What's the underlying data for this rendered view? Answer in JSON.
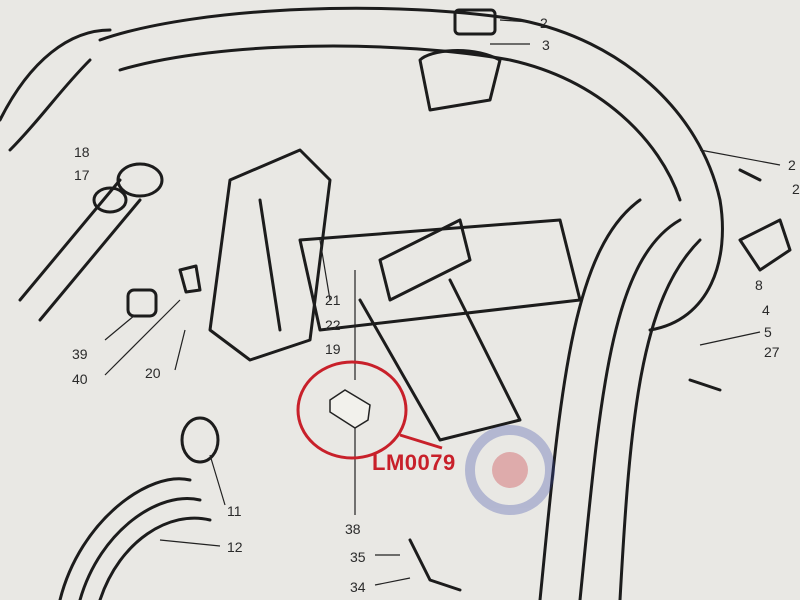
{
  "diagram": {
    "part_numbers": [
      {
        "id": "n2-top",
        "text": "2"
      },
      {
        "id": "n3",
        "text": "3"
      },
      {
        "id": "n18",
        "text": "18"
      },
      {
        "id": "n17",
        "text": "17"
      },
      {
        "id": "n2-right-a",
        "text": "2"
      },
      {
        "id": "n2-right-b",
        "text": "2"
      },
      {
        "id": "n8",
        "text": "8"
      },
      {
        "id": "n4",
        "text": "4"
      },
      {
        "id": "n5",
        "text": "5"
      },
      {
        "id": "n27",
        "text": "27"
      },
      {
        "id": "n21",
        "text": "21"
      },
      {
        "id": "n22",
        "text": "22"
      },
      {
        "id": "n19",
        "text": "19"
      },
      {
        "id": "n39",
        "text": "39"
      },
      {
        "id": "n40",
        "text": "40"
      },
      {
        "id": "n20",
        "text": "20"
      },
      {
        "id": "n11",
        "text": "11"
      },
      {
        "id": "n12",
        "text": "12"
      },
      {
        "id": "n38",
        "text": "38"
      },
      {
        "id": "n35",
        "text": "35"
      },
      {
        "id": "n34",
        "text": "34"
      }
    ],
    "highlight_part_code": "LM0079",
    "highlight_color": "#c8202a"
  }
}
